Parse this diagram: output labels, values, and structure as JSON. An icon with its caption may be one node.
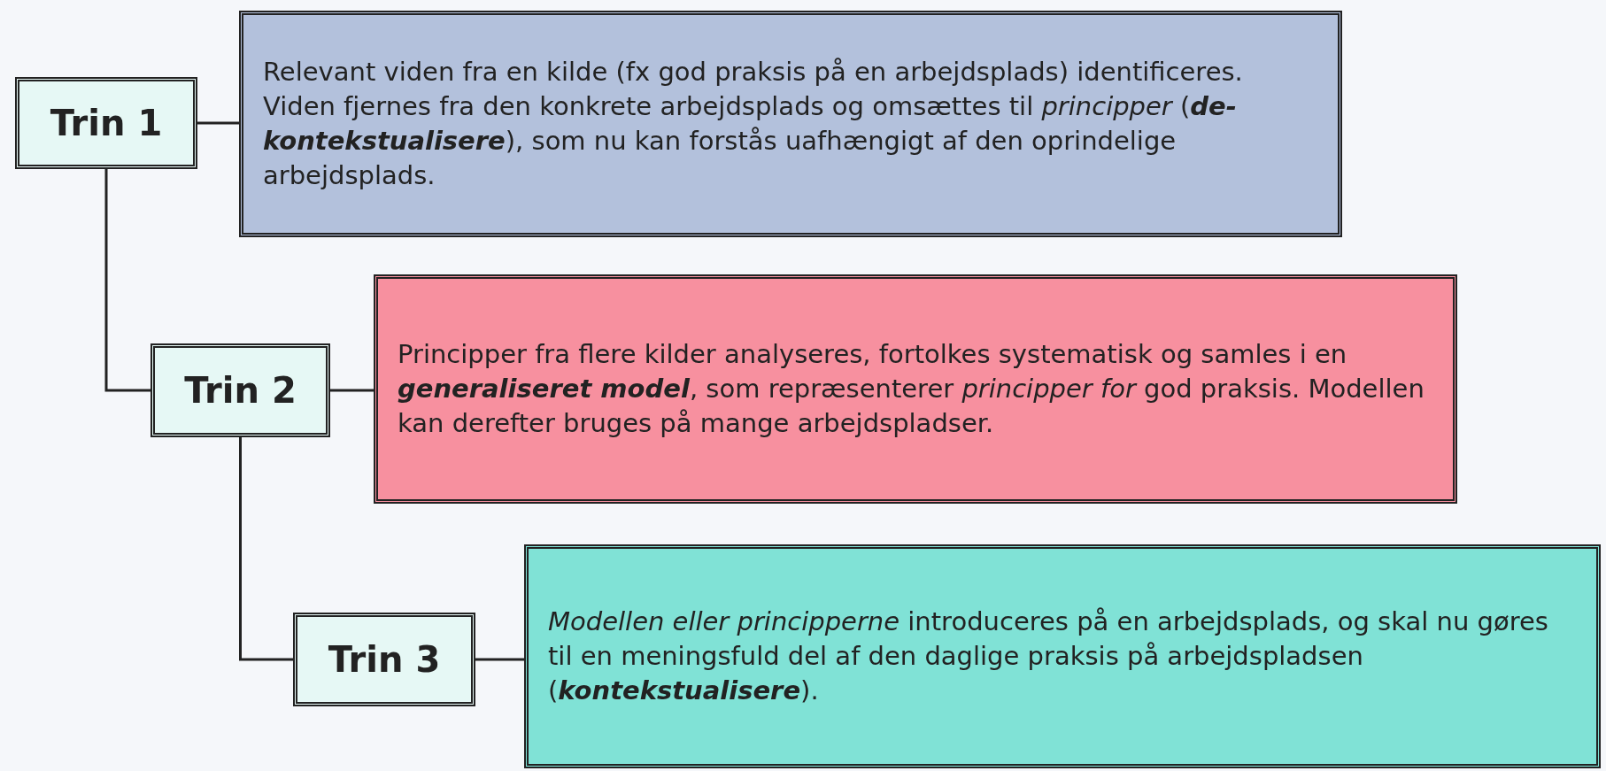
{
  "diagram": {
    "nodes": [
      {
        "text": [
          "Trin 1"
        ]
      },
      {
        "text": [
          "Relevant viden fra en kilde (fx god praksis på en arbejdsplads) identificeres. Viden fjernes fra den konkrete arbejdsplads og omsættes til *principper* (**de-kontekstualisere**), som nu kan forstås uafhængigt af den oprindelige arbejdsplads."
        ]
      },
      {
        "text": [
          "Trin 2"
        ]
      },
      {
        "text": [
          "Principper fra flere kilder analyseres, fortolkes systematisk og samles i en **generaliseret model**, som repræsenterer *principper for* god praksis. Modellen kan derefter bruges på mange arbejdspladser."
        ]
      },
      {
        "text": [
          "Trin 3"
        ]
      },
      {
        "text": [
          "*Modellen eller principperne* introduceres på en arbejdsplads, og skal nu gøres til en meningsfuld del af den daglige praksis på arbejdspladsen (**kontekstualisere**)."
        ]
      }
    ],
    "edges": [
      {
        "from": 0,
        "to": 1,
        "arrow": "none"
      },
      {
        "from": 0,
        "to": 2,
        "arrow": "none"
      },
      {
        "from": 2,
        "to": 3,
        "arrow": "none"
      },
      {
        "from": 2,
        "to": 4,
        "arrow": "none"
      },
      {
        "from": 4,
        "to": 5,
        "arrow": "none"
      }
    ]
  }
}
